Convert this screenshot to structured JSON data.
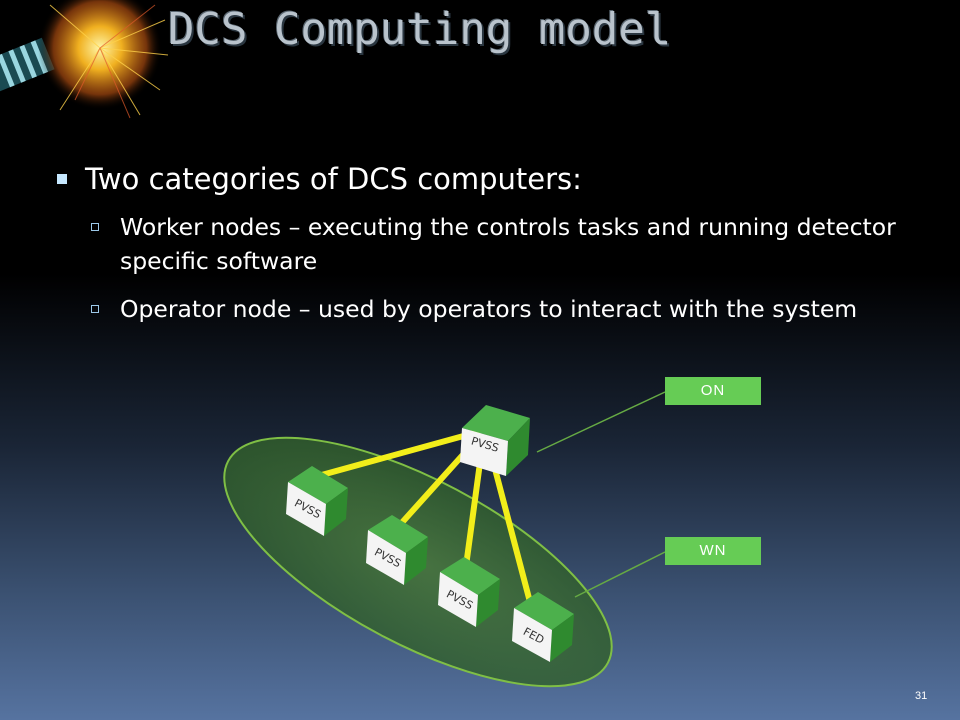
{
  "slide": {
    "title": "DCS Computing model",
    "number": "31"
  },
  "bullets": {
    "main": "Two categories of DCS computers:",
    "sub": [
      "Worker nodes – executing the controls tasks and running detector specific software",
      "Operator node – used by operators to interact with the system"
    ]
  },
  "diagram": {
    "on_label": "ON",
    "wn_label": "WN",
    "operator_node_label": "PVSS",
    "worker_node_labels": [
      "PVSS",
      "PVSS",
      "PVSS",
      "FED"
    ],
    "colors": {
      "connection": "#f2ee1a",
      "label_box": "#66cc55",
      "ellipse_fill": "#3a6a2e",
      "ellipse_stroke": "#7fbf45",
      "node_face": "#f4f4f4",
      "node_side": "#2f8a2f",
      "node_top": "#4cb04c"
    }
  }
}
